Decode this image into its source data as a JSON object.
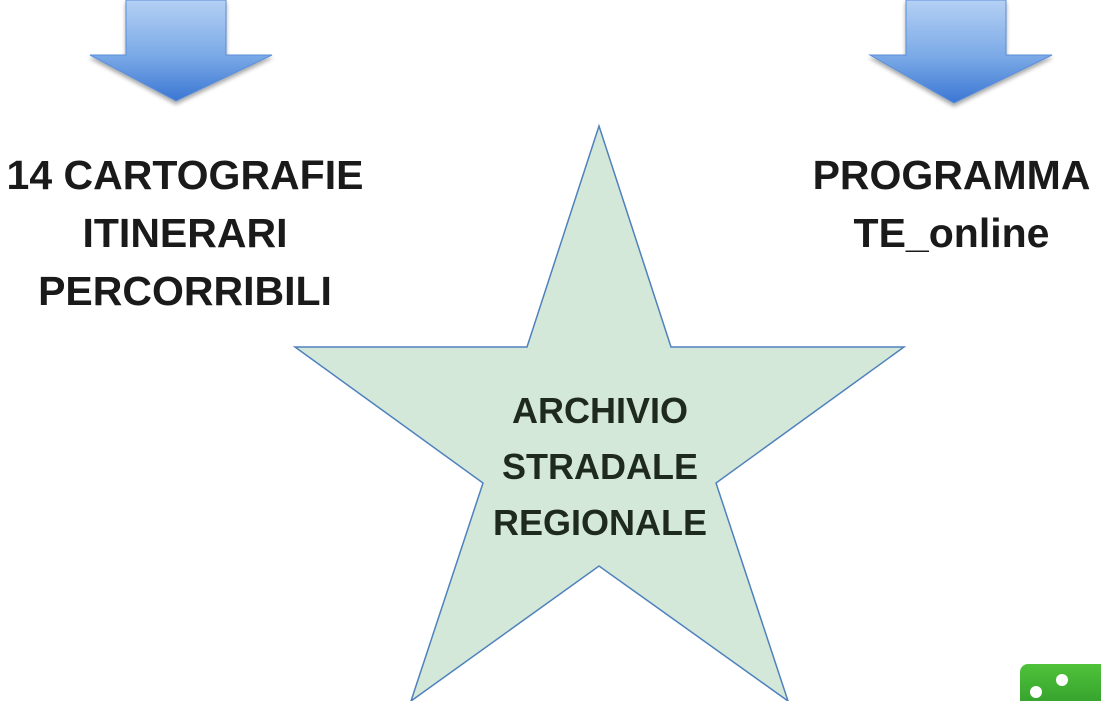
{
  "left_block": {
    "lines": [
      "14 CARTOGRAFIE",
      "ITINERARI",
      "PERCORRIBILI"
    ],
    "arrow_icon": "arrow-down-icon"
  },
  "right_block": {
    "lines": [
      "PROGRAMMA",
      "TE_online"
    ],
    "arrow_icon": "arrow-down-icon"
  },
  "center_star": {
    "lines": [
      "ARCHIVIO",
      "STRADALE",
      "REGIONALE"
    ],
    "icon": "star-shape",
    "fill_color": "#d3e8d9",
    "stroke_color": "#4f81bd"
  },
  "arrow_colors": {
    "top": "#a8c8f0",
    "bottom": "#3e7ad6"
  },
  "corner_logo": {
    "icon": "logo-icon",
    "color": "#3aab2f"
  }
}
